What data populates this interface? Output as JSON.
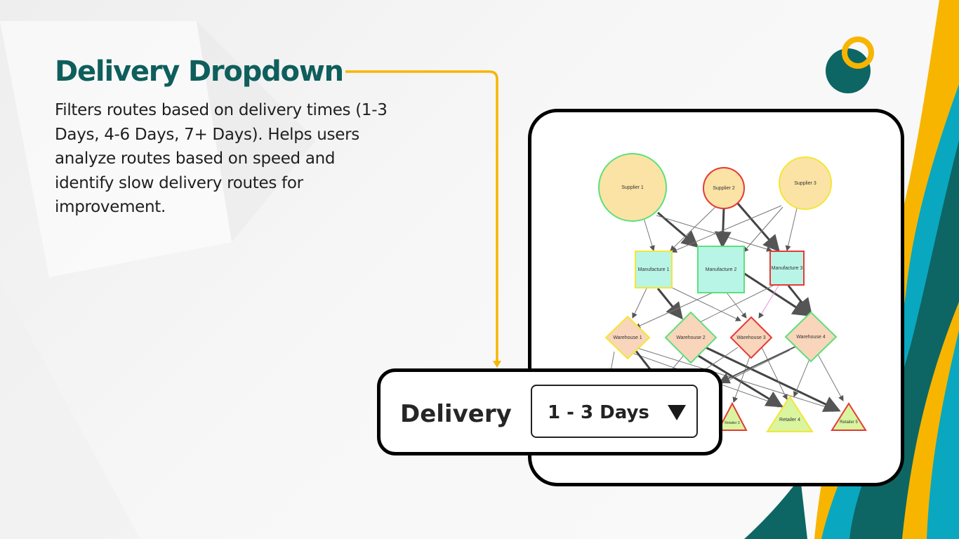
{
  "slide": {
    "title": "Delivery Dropdown",
    "description": "Filters routes based on delivery times (1-3 Days, 4-6 Days, 7+ Days). Helps users analyze routes based on speed and identify slow delivery routes for improvement."
  },
  "dropdown": {
    "label": "Delivery",
    "selected": "1 - 3 Days",
    "arrow_icon": "triangle-down-icon"
  },
  "colors": {
    "title": "#0e5e5c",
    "accent_yellow": "#f7b500",
    "accent_teal": "#0d6663",
    "accent_cyan": "#0aa7c0"
  },
  "graph": {
    "nodes": [
      {
        "id": "s1",
        "label": "Supplier 1",
        "shape": "circle",
        "fill": "#fbe3a6",
        "stroke": "#5be07a"
      },
      {
        "id": "s2",
        "label": "Supplier 2",
        "shape": "circle",
        "fill": "#fbe3a6",
        "stroke": "#e53935"
      },
      {
        "id": "s3",
        "label": "Supplier 3",
        "shape": "circle",
        "fill": "#fbe3a6",
        "stroke": "#f5e536"
      },
      {
        "id": "m1",
        "label": "Manufacture 1",
        "shape": "square",
        "fill": "#b8f5e6",
        "stroke": "#f5e536"
      },
      {
        "id": "m2",
        "label": "Manufacture 2",
        "shape": "square",
        "fill": "#b8f5e6",
        "stroke": "#5be07a"
      },
      {
        "id": "m3",
        "label": "Manufacture 3",
        "shape": "square",
        "fill": "#b8f5e6",
        "stroke": "#e53935"
      },
      {
        "id": "w1",
        "label": "Warehouse 1",
        "shape": "diamond",
        "fill": "#f9d5bb",
        "stroke": "#f5e536"
      },
      {
        "id": "w2",
        "label": "Warehouse 2",
        "shape": "diamond",
        "fill": "#f9d5bb",
        "stroke": "#5be07a"
      },
      {
        "id": "w3",
        "label": "Warehouse 3",
        "shape": "diamond",
        "fill": "#f9d5bb",
        "stroke": "#e53935"
      },
      {
        "id": "w4",
        "label": "Warehouse 4",
        "shape": "diamond",
        "fill": "#f9d5bb",
        "stroke": "#5be07a"
      },
      {
        "id": "r3",
        "label": "Retailer 3",
        "shape": "triangle",
        "fill": "#d9f5a0",
        "stroke": "#e53935"
      },
      {
        "id": "r4",
        "label": "Retailer 4",
        "shape": "triangle",
        "fill": "#d9f5a0",
        "stroke": "#f5e536"
      },
      {
        "id": "r5",
        "label": "Retailer 5",
        "shape": "triangle",
        "fill": "#d9f5a0",
        "stroke": "#e53935"
      }
    ]
  }
}
